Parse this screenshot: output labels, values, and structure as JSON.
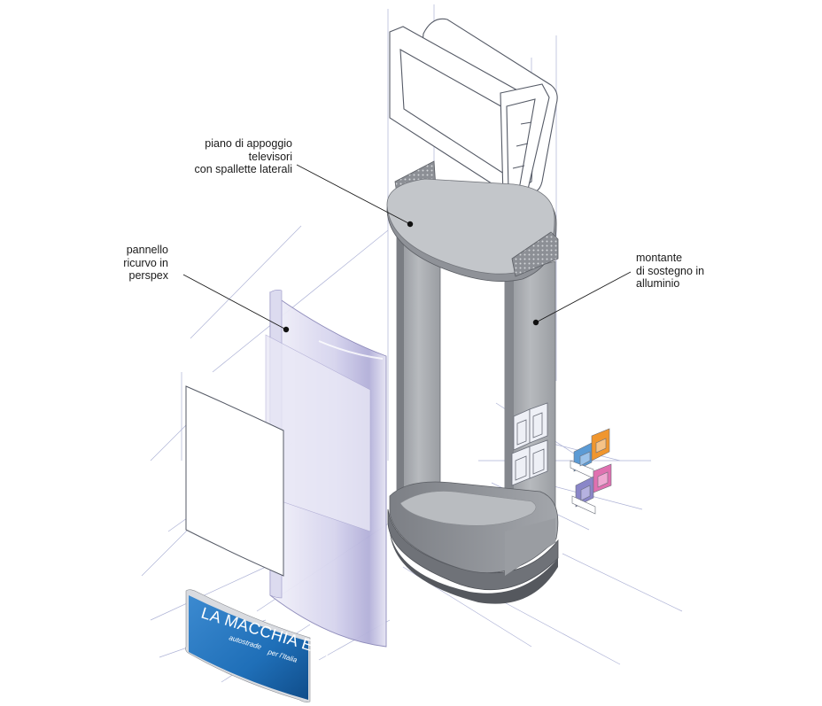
{
  "labels": {
    "tv_shelf": "piano di appoggio\ntelevisori\ncon spallette laterali",
    "curved_panel": "pannello\nricurvo in\nperspex",
    "upright": "montante\ndi sostegno in\nalluminio"
  },
  "sign": {
    "title": "LA MACCHIA EST",
    "brand": "autostrade",
    "tagline": "per l'Italia"
  },
  "colors": {
    "sign_blue": "#1f6fb8",
    "aluminium": "#a9acb1",
    "perspex": "#c9c6e6",
    "brochure_blue": "#5b9bd5",
    "brochure_orange": "#f0962e",
    "brochure_violet": "#8a86c8",
    "brochure_pink": "#e070b0"
  }
}
